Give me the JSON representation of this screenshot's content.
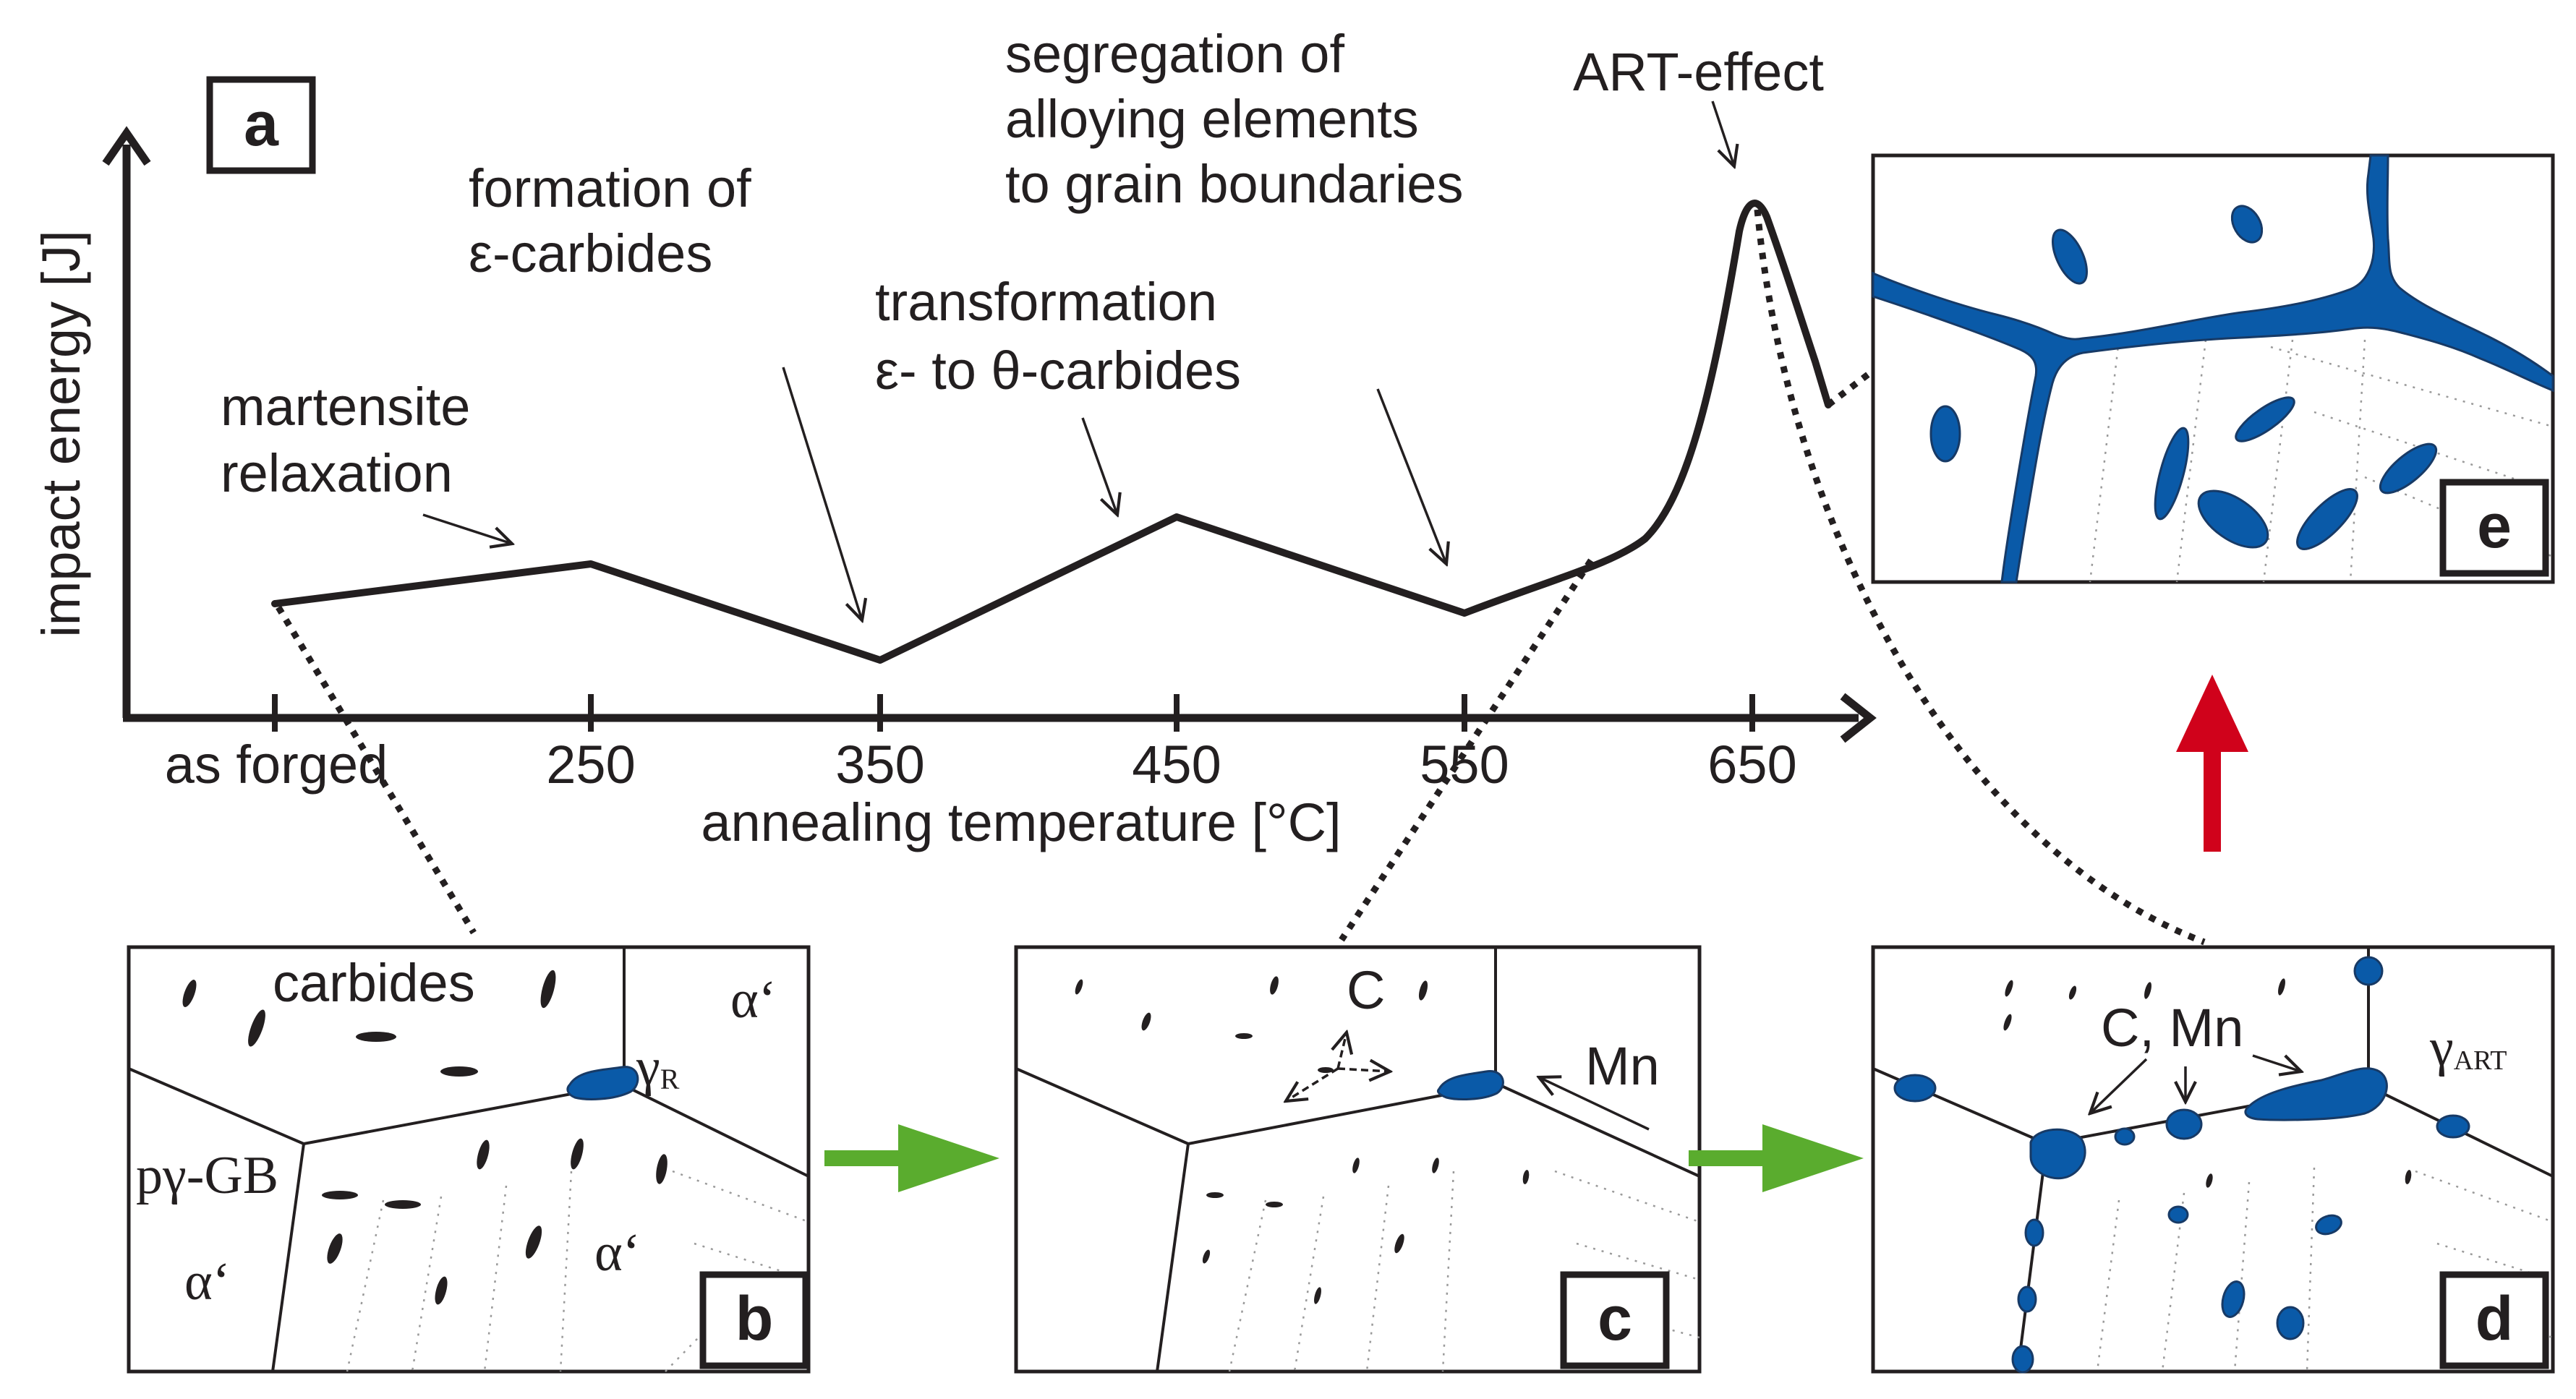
{
  "panel_labels": {
    "a": "a",
    "b": "b",
    "c": "c",
    "d": "d",
    "e": "e"
  },
  "axes": {
    "y_label": "impact energy [J]",
    "x_label": "annealing temperature [°C]",
    "x_ticks": [
      "as forged",
      "250",
      "350",
      "450",
      "550",
      "650"
    ]
  },
  "annotations": {
    "martensite": [
      "martensite",
      "relaxation"
    ],
    "formation": [
      "formation of",
      "ε-carbides"
    ],
    "transformation": [
      "transformation",
      "ε- to θ-carbides"
    ],
    "segregation": [
      "segregation of",
      "alloying elements",
      "to grain boundaries"
    ],
    "art_effect": "ART-effect"
  },
  "panel_b": {
    "carbides": "carbides",
    "alpha_top": "α‘",
    "gamma_r": "γ",
    "gamma_r_sub": "R",
    "pgb": "pγ-GB",
    "alpha_left": "α‘",
    "alpha_mid": "α‘"
  },
  "panel_c": {
    "c_label": "C",
    "mn_label": "Mn"
  },
  "panel_d": {
    "cmn_label": "C, Mn",
    "gamma_art": "γ",
    "gamma_art_sub": "ART"
  },
  "colors": {
    "austenite": "#0a5aa8",
    "green_arrow": "#5aac2e",
    "red_arrow": "#d0021b",
    "ink": "#231f20"
  }
}
